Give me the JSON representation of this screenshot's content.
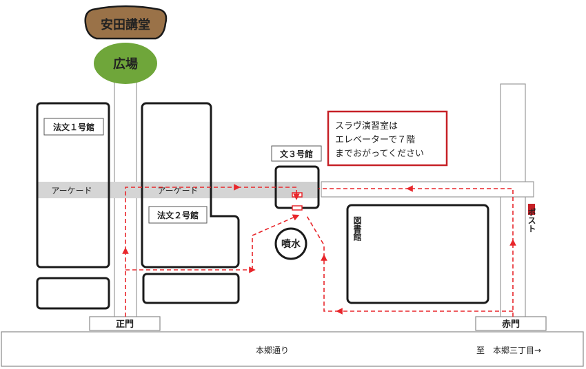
{
  "landmarks": {
    "yasuda_auditorium": "安田講堂",
    "plaza": "広場",
    "fountain": "噴水",
    "post_box": "ポスト"
  },
  "buildings": {
    "houbun1": "法文１号館",
    "houbun2": "法文２号館",
    "bun3": "文３号館",
    "library": "図書館"
  },
  "arcade": {
    "left": "アーケード",
    "right": "アーケード"
  },
  "gates": {
    "main": "正門",
    "red": "赤門"
  },
  "road": {
    "name": "本郷通り",
    "direction": "至　本郷三丁目→"
  },
  "notice": {
    "line1": "スラヴ演習室は",
    "line2": "エレベーターで７階",
    "line3": "までおがってください"
  },
  "colors": {
    "auditorium_fill": "#9a7248",
    "plaza_fill": "#6fa63a",
    "route": "#e8262b",
    "arcade": "#d5d5d5",
    "building_stroke": "#1a1a1a"
  }
}
